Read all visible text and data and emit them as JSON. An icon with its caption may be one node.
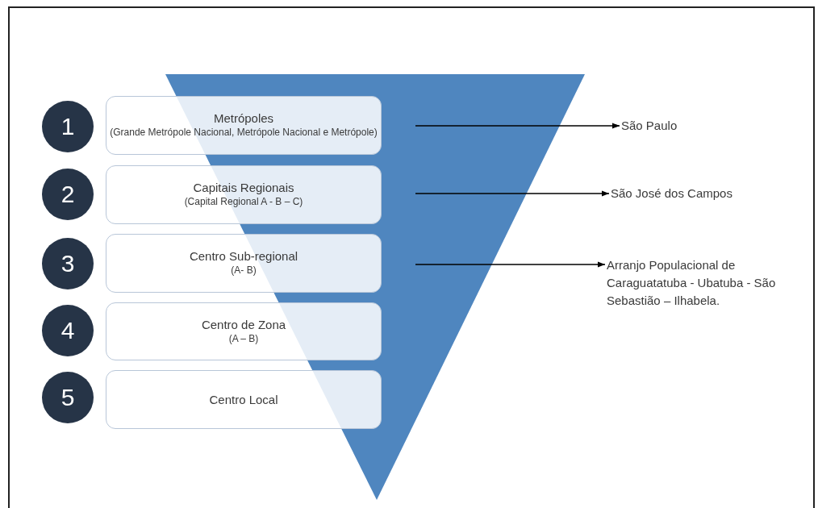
{
  "diagram": {
    "nodes": [
      {
        "text": [
          "1"
        ]
      },
      {
        "text": [
          "2"
        ]
      },
      {
        "text": [
          "3"
        ]
      },
      {
        "text": [
          "4"
        ]
      },
      {
        "text": [
          "5"
        ]
      },
      {
        "text": [
          "Metrópoles",
          "(Grande Metrópole  Nacional, Metrópole Nacional e Metrópole)"
        ]
      },
      {
        "text": [
          "Capitais Regionais",
          "(Capital Regional A - B – C)"
        ]
      },
      {
        "text": [
          "Centro Sub-regional",
          "(A- B)"
        ]
      },
      {
        "text": [
          "Centro de Zona",
          "(A – B)"
        ]
      },
      {
        "text": [
          "Centro Local"
        ]
      },
      {
        "text": [
          "São Paulo"
        ]
      },
      {
        "text": [
          "São José dos Campos"
        ]
      },
      {
        "text": [
          "Arranjo Populacional de Caraguatatuba - Ubatuba - São Sebastião – Ilhabela."
        ]
      }
    ],
    "edges": [
      {
        "from": null,
        "to": 10,
        "arrow": "to"
      },
      {
        "from": null,
        "to": 11,
        "arrow": "to"
      },
      {
        "from": null,
        "to": 12,
        "arrow": "to"
      }
    ]
  }
}
